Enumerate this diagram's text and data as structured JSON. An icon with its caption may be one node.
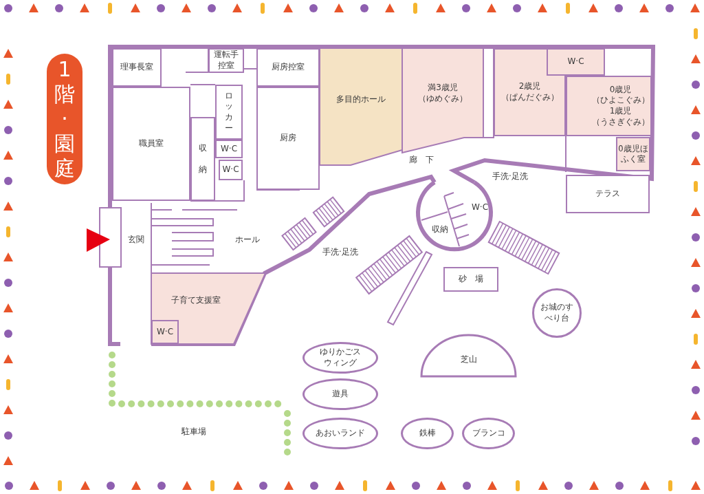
{
  "diagram": {
    "nodes": [
      {
        "text": [
          "1階·園庭"
        ]
      },
      {
        "text": [
          "理事長室"
        ]
      },
      {
        "text": [
          "運転手控室"
        ]
      },
      {
        "text": [
          "厨房控室"
        ]
      },
      {
        "text": [
          "ロッカー"
        ]
      },
      {
        "text": [
          "W·C"
        ]
      },
      {
        "text": [
          "W·C"
        ]
      },
      {
        "text": [
          "職員室"
        ]
      },
      {
        "text": [
          "収納"
        ]
      },
      {
        "text": [
          "厨房"
        ]
      },
      {
        "text": [
          "多目的ホール"
        ]
      },
      {
        "text": [
          "満3歳児",
          "（ゆめぐみ）"
        ]
      },
      {
        "text": [
          "2歳児",
          "（ぱんだぐみ）"
        ]
      },
      {
        "text": [
          "W·C"
        ]
      },
      {
        "text": [
          "0歳児",
          "（ひよこぐみ）",
          "1歳児",
          "（うさぎぐみ）"
        ]
      },
      {
        "text": [
          "0歳児ほふく室"
        ]
      },
      {
        "text": [
          "テラス"
        ]
      },
      {
        "text": [
          "子育て支援室"
        ]
      },
      {
        "text": [
          "W·C"
        ],
        "in": 17
      },
      {
        "text": [
          "砂　場"
        ]
      },
      {
        "text": [
          "お城のすべり台"
        ]
      },
      {
        "text": [
          "芝山"
        ]
      },
      {
        "text": [
          "ゆりかごスウィング"
        ]
      },
      {
        "text": [
          "遊具"
        ]
      },
      {
        "text": [
          "あおいランド"
        ]
      },
      {
        "text": [
          "鉄棒"
        ]
      },
      {
        "text": [
          "ブランコ"
        ]
      }
    ],
    "labels": [
      "廊　下",
      "手洗·足洗",
      "W·C",
      "収納",
      "玄関",
      "ホール",
      "手洗·足洗",
      "駐車場"
    ]
  }
}
